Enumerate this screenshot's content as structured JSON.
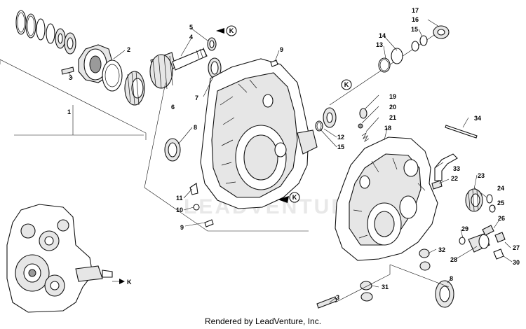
{
  "footer": "Rendered by LeadVenture, Inc.",
  "watermark": "LEADVENTURE",
  "reference_mark": "K",
  "callouts": [
    "1",
    "2",
    "3",
    "4",
    "5",
    "6",
    "7",
    "8",
    "9",
    "10",
    "11",
    "12",
    "13",
    "14",
    "15",
    "16",
    "17",
    "18",
    "19",
    "20",
    "21",
    "22",
    "23",
    "24",
    "25",
    "26",
    "27",
    "28",
    "29",
    "30",
    "31",
    "32",
    "33",
    "34"
  ]
}
